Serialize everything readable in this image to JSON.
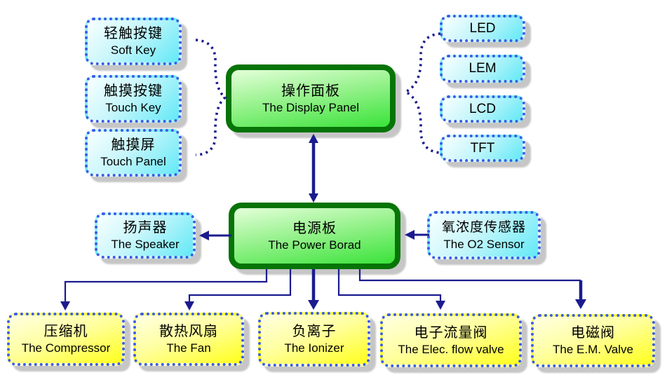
{
  "nodes": {
    "soft_key": {
      "zh": "轻触按键",
      "en": "Soft Key"
    },
    "touch_key": {
      "zh": "触摸按键",
      "en": "Touch Key"
    },
    "touch_panel": {
      "zh": "触摸屏",
      "en": "Touch Panel"
    },
    "display_panel": {
      "zh": "操作面板",
      "en": "The Display Panel"
    },
    "led": {
      "label": "LED"
    },
    "lem": {
      "label": "LEM"
    },
    "lcd": {
      "label": "LCD"
    },
    "tft": {
      "label": "TFT"
    },
    "speaker": {
      "zh": "扬声器",
      "en": "The Speaker"
    },
    "power_board": {
      "zh": "电源板",
      "en": "The Power Borad"
    },
    "o2_sensor": {
      "zh": "氧浓度传感器",
      "en": "The O2 Sensor"
    },
    "compressor": {
      "zh": "压缩机",
      "en": "The Compressor"
    },
    "fan": {
      "zh": "散热风扇",
      "en": "The Fan"
    },
    "ionizer": {
      "zh": "负离子",
      "en": "The Ionizer"
    },
    "elec_flow_valve": {
      "zh": "电子流量阀",
      "en": "The Elec. flow valve"
    },
    "em_valve": {
      "zh": "电磁阀",
      "en": "The E.M. Valve"
    }
  },
  "colors": {
    "dotted_border_blue": "#3b5ce8",
    "arrow_navy": "#1b1b8f",
    "green_border": "#077407",
    "green_fill": "#3ae33a",
    "cyan_fill": "#62e9f6",
    "yellow_fill": "#ffff1c",
    "shadow_gray": "#c6c6c6",
    "text": "#000000"
  }
}
